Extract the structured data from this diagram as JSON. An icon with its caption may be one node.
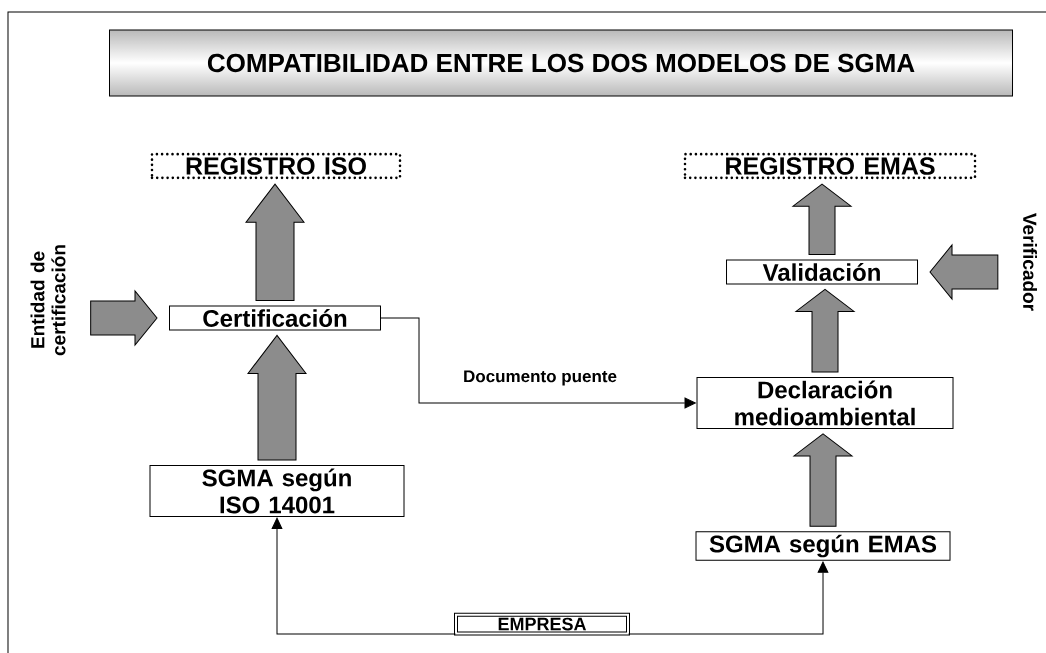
{
  "diagram": {
    "title": "COMPATIBILIDAD ENTRE LOS DOS MODELOS DE SGMA",
    "nodes": [
      {
        "text": [
          "REGISTRO ISO"
        ]
      },
      {
        "text": [
          "REGISTRO EMAS"
        ]
      },
      {
        "text": [
          "Entidad de certificación"
        ]
      },
      {
        "text": [
          "Certificación"
        ]
      },
      {
        "text": [
          "Validación"
        ]
      },
      {
        "text": [
          "Verificador"
        ]
      },
      {
        "text": [
          "Declaración medioambiental"
        ]
      },
      {
        "text": [
          "SGMA según ISO 14001"
        ]
      },
      {
        "text": [
          "SGMA según EMAS"
        ]
      },
      {
        "text": [
          "EMPRESA"
        ]
      }
    ],
    "edges": [
      {
        "from": 3,
        "to": 0,
        "arrow": "to",
        "style": "thick"
      },
      {
        "from": 2,
        "to": 3,
        "arrow": "to",
        "style": "thick"
      },
      {
        "from": 7,
        "to": 3,
        "arrow": "to",
        "style": "thick"
      },
      {
        "from": 4,
        "to": 1,
        "arrow": "to",
        "style": "thick"
      },
      {
        "from": 5,
        "to": 4,
        "arrow": "to",
        "style": "thick"
      },
      {
        "from": 6,
        "to": 4,
        "arrow": "to",
        "style": "thick"
      },
      {
        "from": 8,
        "to": 6,
        "arrow": "to",
        "style": "thick"
      },
      {
        "from": 3,
        "to": 6,
        "arrow": "to",
        "label": "Documento puente"
      },
      {
        "from": 9,
        "to": 7,
        "arrow": "to"
      },
      {
        "from": 9,
        "to": 8,
        "arrow": "to"
      }
    ]
  }
}
